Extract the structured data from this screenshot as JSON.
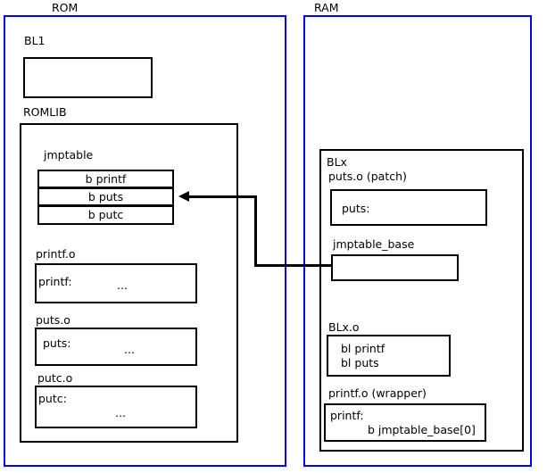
{
  "diagram": {
    "title_rom": "ROM",
    "title_ram": "RAM",
    "colors": {
      "region_border": "#0000ff",
      "box_border": "#000000",
      "background": "#ffffff",
      "text": "#000000"
    }
  },
  "rom": {
    "label": "ROM",
    "bl1": {
      "label": "BL1",
      "body": ""
    },
    "romlib": {
      "label": "ROMLIB",
      "jmptable": {
        "label": "jmptable",
        "rows": [
          {
            "text": "b printf"
          },
          {
            "text": "b puts"
          },
          {
            "text": "b putc"
          }
        ]
      },
      "objects": [
        {
          "label": "printf.o",
          "symbol": "printf:",
          "ellipsis": "..."
        },
        {
          "label": "puts.o",
          "symbol": "puts:",
          "ellipsis": "..."
        },
        {
          "label": "putc.o",
          "symbol": "putc:",
          "ellipsis": "..."
        }
      ]
    }
  },
  "ram": {
    "label": "RAM",
    "blx": {
      "label": "BLx",
      "puts_patch": {
        "label": "puts.o (patch)",
        "symbol": "puts:"
      },
      "jmptable_base": {
        "label": "jmptable_base",
        "body": ""
      },
      "blx_o": {
        "label": "BLx.o",
        "line1": "bl printf",
        "line2": "bl puts"
      },
      "printf_wrapper": {
        "label": "printf.o (wrapper)",
        "line1": "printf:",
        "line2": "b jmptable_base[0]"
      }
    }
  },
  "connector": {
    "name": "jmptable-base-to-b-puts-arrow",
    "from": "jmptable_base",
    "to": "b puts"
  }
}
